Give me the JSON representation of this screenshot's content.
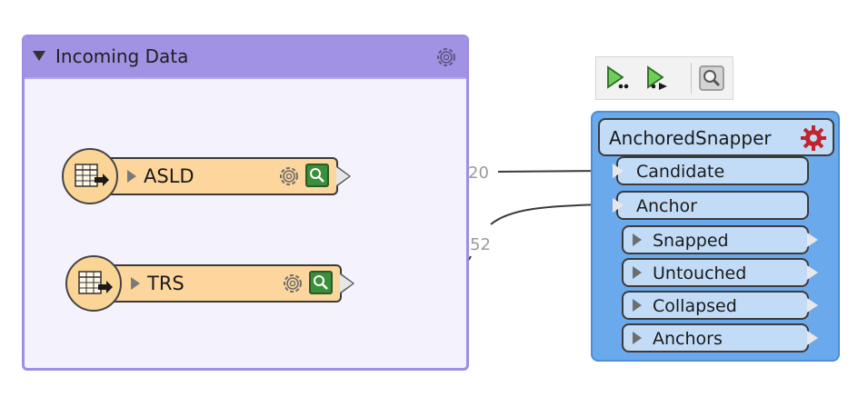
{
  "bookmark": {
    "title": "Incoming Data",
    "color": "#a292e4"
  },
  "readers": [
    {
      "label": "ASLD",
      "feature_count": "20"
    },
    {
      "label": "TRS",
      "feature_count": "52"
    }
  ],
  "toolbar": {
    "buttons": [
      "run-to-this-icon",
      "run-from-this-icon",
      "inspect-cache-icon"
    ]
  },
  "transformer": {
    "title": "AnchoredSnapper",
    "input_ports": [
      "Candidate",
      "Anchor"
    ],
    "output_ports": [
      "Snapped",
      "Untouched",
      "Collapsed",
      "Anchors"
    ],
    "color": "#6aa9ec"
  }
}
